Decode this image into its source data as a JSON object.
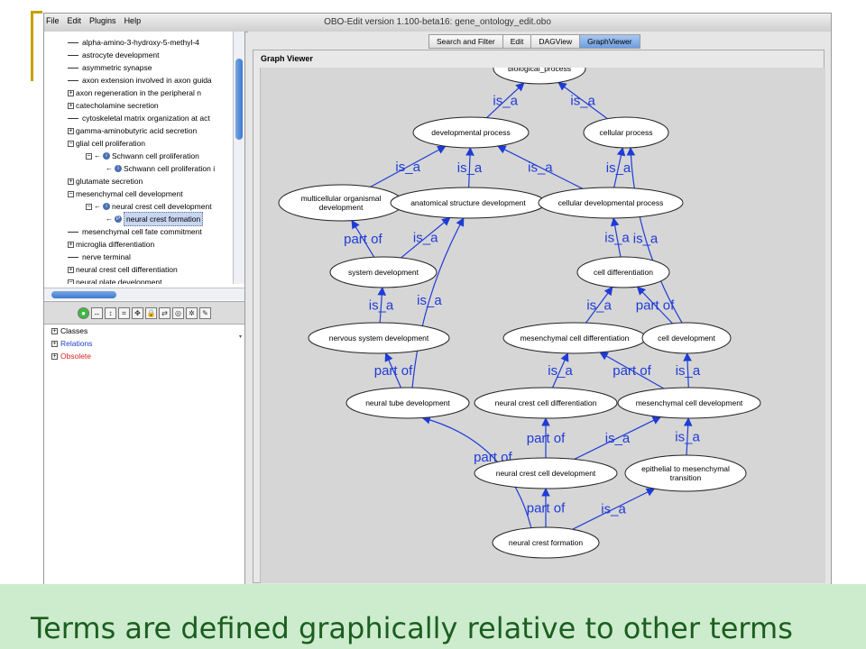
{
  "window": {
    "title": "OBO-Edit version 1.100-beta16: gene_ontology_edit.obo",
    "menu": [
      "File",
      "Edit",
      "Plugins",
      "Help"
    ]
  },
  "tree": {
    "items": [
      {
        "label": "alpha-amino-3-hydroxy-5-methyl-4",
        "kind": "leaf",
        "depth": 0
      },
      {
        "label": "astrocyte development",
        "kind": "leaf",
        "depth": 0
      },
      {
        "label": "asymmetric synapse",
        "kind": "leaf",
        "depth": 0
      },
      {
        "label": "axon extension involved in axon guida",
        "kind": "leaf",
        "depth": 0
      },
      {
        "label": "axon regeneration in the peripheral n",
        "kind": "plus",
        "depth": 0
      },
      {
        "label": "catecholamine secretion",
        "kind": "plus",
        "depth": 0
      },
      {
        "label": "cytoskeletal matrix organization at act",
        "kind": "leaf",
        "depth": 0
      },
      {
        "label": "gamma-aminobutyric acid secretion",
        "kind": "plus",
        "depth": 0
      },
      {
        "label": "glial cell proliferation",
        "kind": "minus",
        "depth": 0
      },
      {
        "label": "Schwann cell proliferation",
        "kind": "minus-arrow",
        "depth": 1
      },
      {
        "label": "Schwann cell proliferation i",
        "kind": "arrow",
        "depth": 2
      },
      {
        "label": "glutamate secretion",
        "kind": "plus",
        "depth": 0
      },
      {
        "label": "mesenchymal cell development",
        "kind": "minus",
        "depth": 0
      },
      {
        "label": "neural crest cell development",
        "kind": "minus-arrow",
        "depth": 1
      },
      {
        "label": "neural crest formation",
        "kind": "arrow-selected",
        "depth": 2
      },
      {
        "label": "mesenchymal cell fate commitment",
        "kind": "leaf",
        "depth": 0
      },
      {
        "label": "microglia differentiation",
        "kind": "plus",
        "depth": 0
      },
      {
        "label": "nerve terminal",
        "kind": "leaf",
        "depth": 0
      },
      {
        "label": "neural crest cell differentiation",
        "kind": "plus",
        "depth": 0
      },
      {
        "label": "neural plate development",
        "kind": "minus",
        "depth": 0
      }
    ]
  },
  "lower_tree": {
    "items": [
      {
        "label": "Classes",
        "color": "#000000"
      },
      {
        "label": "Relations",
        "color": "#2244cc"
      },
      {
        "label": "Obsolete",
        "color": "#dd2222"
      }
    ]
  },
  "tabs": [
    {
      "label": "Search and Filter",
      "active": false
    },
    {
      "label": "Edit",
      "active": false
    },
    {
      "label": "DAGView",
      "active": false
    },
    {
      "label": "GraphViewer",
      "active": true
    }
  ],
  "graph": {
    "panel_title": "Graph Viewer",
    "edge_color": "#1f3bd6",
    "nodes": [
      {
        "id": "bp",
        "label": "biological_process"
      },
      {
        "id": "dp",
        "label": "developmental process"
      },
      {
        "id": "cp",
        "label": "cellular process"
      },
      {
        "id": "mod",
        "label": "multicellular organismal development"
      },
      {
        "id": "asd",
        "label": "anatomical structure development"
      },
      {
        "id": "cdp",
        "label": "cellular developmental process"
      },
      {
        "id": "sd",
        "label": "system development"
      },
      {
        "id": "cdiff",
        "label": "cell differentiation"
      },
      {
        "id": "nsd",
        "label": "nervous system development"
      },
      {
        "id": "mcd",
        "label": "mesenchymal cell differentiation"
      },
      {
        "id": "cdev",
        "label": "cell development"
      },
      {
        "id": "ntd",
        "label": "neural tube development"
      },
      {
        "id": "nccd",
        "label": "neural crest cell differentiation"
      },
      {
        "id": "mcdev",
        "label": "mesenchymal cell development"
      },
      {
        "id": "ncdev",
        "label": "neural crest cell development"
      },
      {
        "id": "emt",
        "label": "epithelial to mesenchymal transition"
      },
      {
        "id": "ncf",
        "label": "neural crest formation"
      }
    ],
    "edges": [
      {
        "from": "dp",
        "to": "bp",
        "label": "is_a"
      },
      {
        "from": "cp",
        "to": "bp",
        "label": "is_a"
      },
      {
        "from": "mod",
        "to": "dp",
        "label": "is_a"
      },
      {
        "from": "asd",
        "to": "dp",
        "label": "is_a"
      },
      {
        "from": "cdp",
        "to": "dp",
        "label": "is_a"
      },
      {
        "from": "cdp",
        "to": "cp",
        "label": "is_a"
      },
      {
        "from": "sd",
        "to": "mod",
        "label": "part of"
      },
      {
        "from": "sd",
        "to": "asd",
        "label": "is_a"
      },
      {
        "from": "cdiff",
        "to": "cdp",
        "label": "is_a"
      },
      {
        "from": "cdev",
        "to": "cp",
        "label": "is_a"
      },
      {
        "from": "nsd",
        "to": "sd",
        "label": "is_a"
      },
      {
        "from": "ntd",
        "to": "asd",
        "label": "is_a"
      },
      {
        "from": "mcd",
        "to": "cdiff",
        "label": "is_a"
      },
      {
        "from": "cdev",
        "to": "cdiff",
        "label": "part of"
      },
      {
        "from": "ntd",
        "to": "nsd",
        "label": "part of"
      },
      {
        "from": "nccd",
        "to": "mcd",
        "label": "is_a"
      },
      {
        "from": "mcdev",
        "to": "mcd",
        "label": "part of"
      },
      {
        "from": "mcdev",
        "to": "cdev",
        "label": "is_a"
      },
      {
        "from": "ncdev",
        "to": "nccd",
        "label": "part of"
      },
      {
        "from": "ncdev",
        "to": "mcdev",
        "label": "is_a"
      },
      {
        "from": "emt",
        "to": "mcdev",
        "label": "is_a"
      },
      {
        "from": "ncf",
        "to": "ntd",
        "label": "part of"
      },
      {
        "from": "ncf",
        "to": "ncdev",
        "label": "part of"
      },
      {
        "from": "ncf",
        "to": "emt",
        "label": "is_a"
      }
    ]
  },
  "caption": "Terms are defined graphically relative to other terms"
}
